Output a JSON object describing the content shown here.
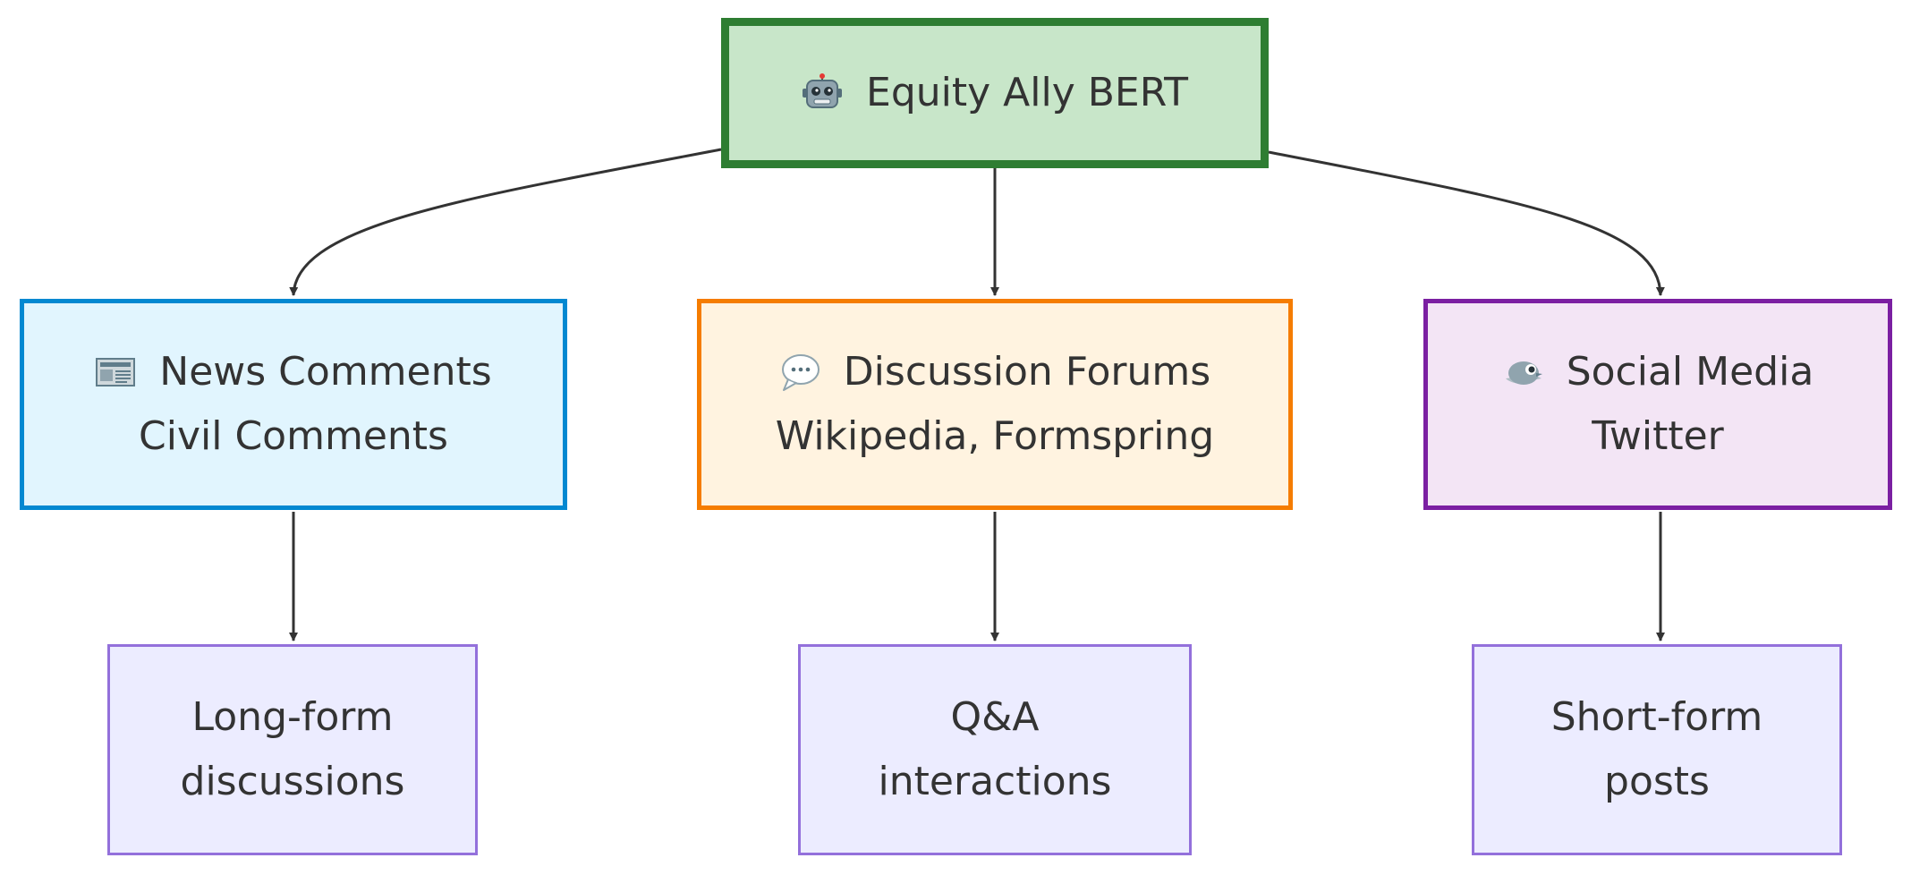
{
  "nodes": {
    "root": {
      "icon": "robot-icon",
      "label": "Equity Ally BERT"
    },
    "news": {
      "icon": "newspaper-icon",
      "title": "News Comments",
      "subtitle": "Civil Comments"
    },
    "forums": {
      "icon": "speech-bubble-icon",
      "title": "Discussion Forums",
      "subtitle": "Wikipedia, Formspring"
    },
    "social": {
      "icon": "bird-icon",
      "title": "Social Media",
      "subtitle": "Twitter"
    },
    "longform": {
      "line1": "Long-form",
      "line2": "discussions"
    },
    "qa": {
      "line1": "Q&A",
      "line2": "interactions"
    },
    "shortform": {
      "line1": "Short-form",
      "line2": "posts"
    }
  },
  "edges": [
    {
      "from": "root",
      "to": "news"
    },
    {
      "from": "root",
      "to": "forums"
    },
    {
      "from": "root",
      "to": "social"
    },
    {
      "from": "news",
      "to": "longform"
    },
    {
      "from": "forums",
      "to": "qa"
    },
    {
      "from": "social",
      "to": "shortform"
    }
  ],
  "colors": {
    "root_fill": "#c8e6c9",
    "root_stroke": "#2e7d32",
    "news_fill": "#e1f5fe",
    "news_stroke": "#0288d1",
    "forums_fill": "#fff3e0",
    "forums_stroke": "#f57c00",
    "social_fill": "#f3e5f5",
    "social_stroke": "#7b1fa2",
    "leaf_fill": "#ececff",
    "leaf_stroke": "#9370db",
    "edge": "#333333"
  }
}
